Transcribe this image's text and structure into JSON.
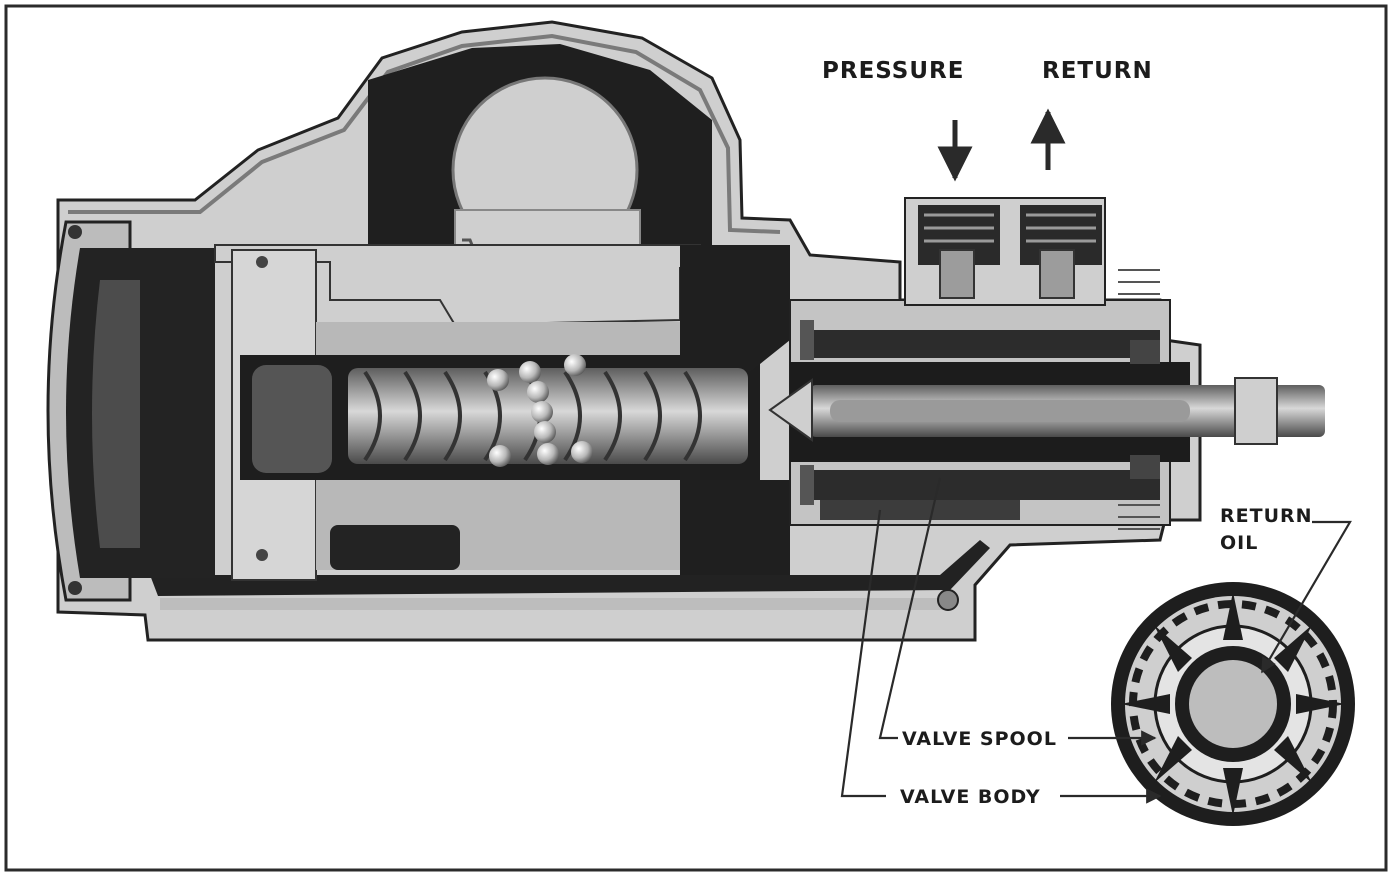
{
  "labels": {
    "pressure": "PRESSURE",
    "return": "RETURN",
    "return_oil_line1": "RETURN",
    "return_oil_line2": "OIL",
    "valve_spool": "VALVE SPOOL",
    "valve_body": "VALVE BODY"
  },
  "colors": {
    "frame": "#2b2b2b",
    "housing_light": "#cfcfcf",
    "housing_mid": "#a9a9a9",
    "cavity_dark": "#1c1c1c",
    "worm_metal": "#8d8d8d",
    "text": "#1c1c1c"
  }
}
